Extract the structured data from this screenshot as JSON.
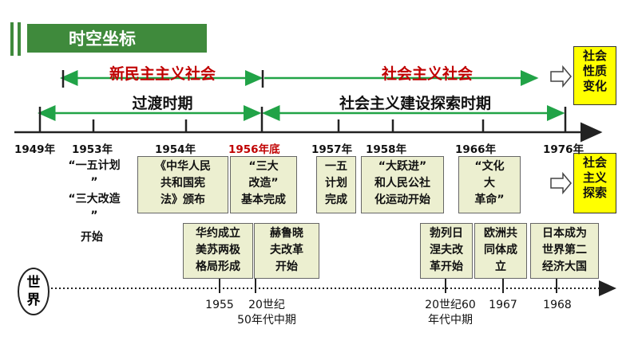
{
  "header": {
    "title": "时空坐标"
  },
  "periods": {
    "new_democratic": "新民主主义社会",
    "socialist": "社会主义社会",
    "transition": "过渡时期",
    "exploration": "社会主义建设探索时期"
  },
  "right_boxes": {
    "top": "社会\n性质\n变化",
    "bottom": "社会\n主义\n探索"
  },
  "years": [
    "1949年",
    "1953年",
    "1954年",
    "1956年底",
    "1957年",
    "1958年",
    "1966年",
    "1976年"
  ],
  "china_events": [
    "“一五计划\n”\n“三大改造\n”",
    "《中华人民\n共和国宪\n法》颁布",
    "“三大\n改造”\n基本完成",
    "一五\n计划\n完成",
    "“大跃进”\n和人民公社\n化运动开始",
    "“文化\n大\n革命”"
  ],
  "china_event_extra": "开始",
  "world_label": "世\n界",
  "world_events": [
    "华约成立\n美苏两极\n格局形成",
    "赫鲁晓\n夫改革\n开始",
    "勃列日\n涅夫改\n革开始",
    "欧洲共\n同体成\n立",
    "日本成为\n世界第二\n经济大国"
  ],
  "world_years": [
    "1955",
    "20世纪\n50年代中期",
    "20世纪60\n年代中期",
    "1967",
    "1968"
  ],
  "colors": {
    "accent_green": "#3f8a3c",
    "arrow_green": "#21a347",
    "highlight_red": "#c00000",
    "box_yellow": "#ffff00",
    "event_box": "#ecefd0"
  }
}
